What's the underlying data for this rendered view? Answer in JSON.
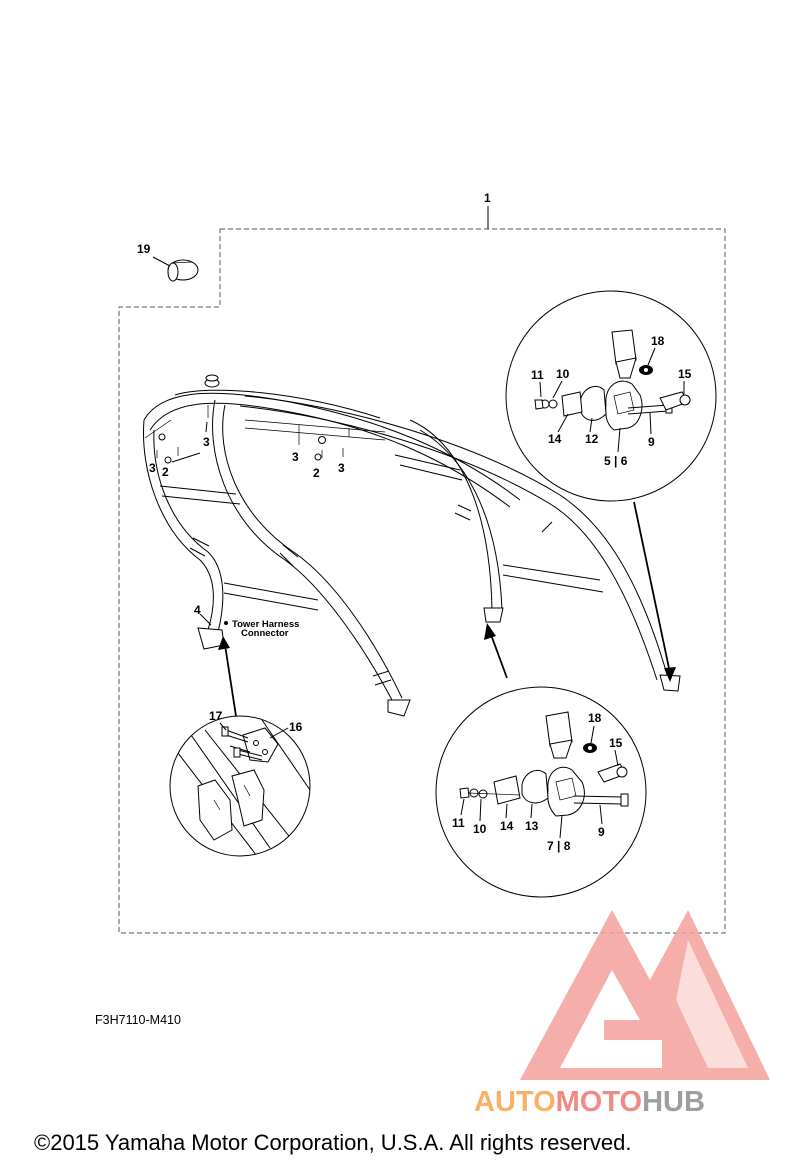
{
  "diagram_code": "F3H7110-M410",
  "copyright": "©2015 Yamaha Motor Corporation, U.S.A. All rights reserved.",
  "watermark": {
    "part1": "AUTO",
    "part2": "MOTO",
    "part3": "HUB",
    "color_orange": "#f7b267",
    "color_red": "#f08a84",
    "color_gray": "#9e9e9e"
  },
  "annotation": {
    "line1": "Tower Harness",
    "line2": "Connector"
  },
  "callouts": {
    "c1": "1",
    "c19": "19",
    "c2a": "2",
    "c2b": "2",
    "c3a": "3",
    "c3b": "3",
    "c3c": "3",
    "c3d": "3",
    "c4": "4",
    "c16": "16",
    "c17": "17",
    "u18": "18",
    "u15": "15",
    "u11": "11",
    "u10": "10",
    "u14": "14",
    "u12": "12",
    "u9": "9",
    "u56": "5 | 6",
    "l18": "18",
    "l15": "15",
    "l11": "11",
    "l10": "10",
    "l14": "14",
    "l13": "13",
    "l9": "9",
    "l78": "7 | 8"
  }
}
